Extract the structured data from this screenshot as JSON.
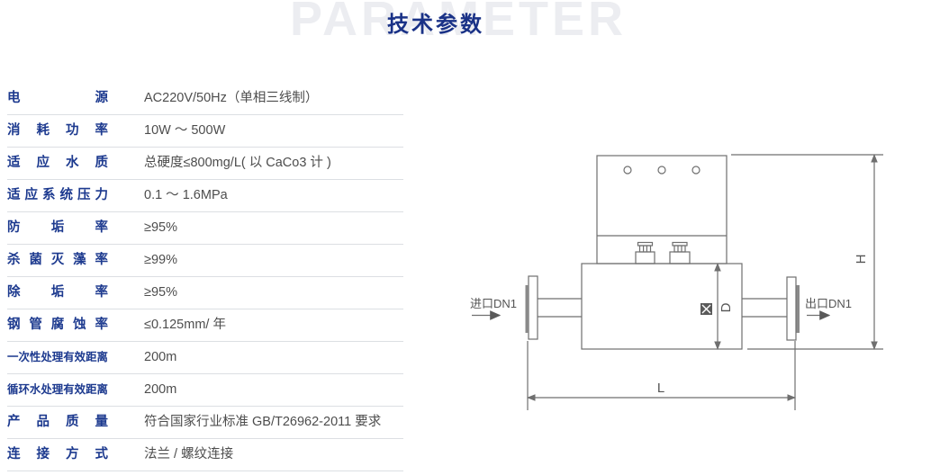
{
  "header": {
    "watermark": "PARAMETER",
    "title": "技术参数"
  },
  "table": {
    "rows": [
      {
        "label": "电源",
        "value": "AC220V/50Hz（单相三线制）"
      },
      {
        "label": "消耗功率",
        "value": "10W ～ 500W"
      },
      {
        "label": "适应水质",
        "value": "总硬度≤800mg/L( 以 CaCo3 计 )"
      },
      {
        "label": "适应系统压力",
        "value": "0.1 ～ 1.6MPa"
      },
      {
        "label": "防垢率",
        "value": "≥95%"
      },
      {
        "label": "杀菌灭藻率",
        "value": "≥99%"
      },
      {
        "label": "除垢率",
        "value": "≥95%"
      },
      {
        "label": "钢管腐蚀率",
        "value": "≤0.125mm/ 年"
      },
      {
        "label": "一次性处理有效距离",
        "value": "200m"
      },
      {
        "label": "循环水处理有效距离",
        "value": "200m"
      },
      {
        "label": "产品质量",
        "value": "符合国家行业标准 GB/T26962-2011 要求"
      },
      {
        "label": "连接方式",
        "value": "法兰 / 螺纹连接"
      }
    ]
  },
  "diagram": {
    "inlet_label": "进口DN1",
    "outlet_label": "出口DN1",
    "dim_h": "H",
    "dim_l": "L",
    "dim_d": "D"
  },
  "colors": {
    "accent": "#1a3287",
    "label_blue": "#1d3a8f",
    "value_gray": "#4d4d4d",
    "divider": "#dcdfe3",
    "line_gray": "#6f6f6f",
    "watermark": "#ecedf1"
  }
}
